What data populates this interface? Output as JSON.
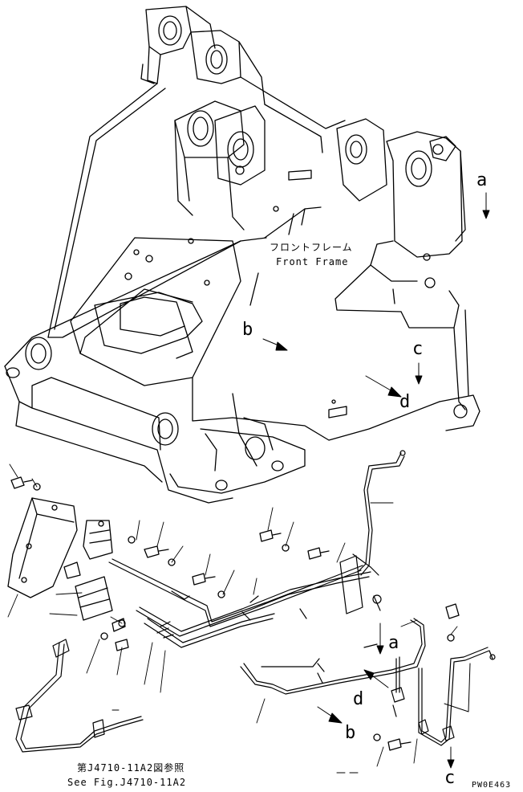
{
  "labels": {
    "front_frame_jp": "フロントフレーム",
    "front_frame_en": "Front Frame",
    "ref_jp": "第J4710-11A2図参照",
    "ref_en": "See Fig.J4710-11A2",
    "drawing_code": "PW0E463",
    "view_a_upper": "a",
    "view_b_upper": "b",
    "view_c_upper": "c",
    "view_d_upper": "d",
    "view_a_lower": "a",
    "view_b_lower": "b",
    "view_c_lower": "c",
    "view_d_lower": "d"
  },
  "colors": {
    "line": "#000000",
    "background": "#ffffff"
  }
}
